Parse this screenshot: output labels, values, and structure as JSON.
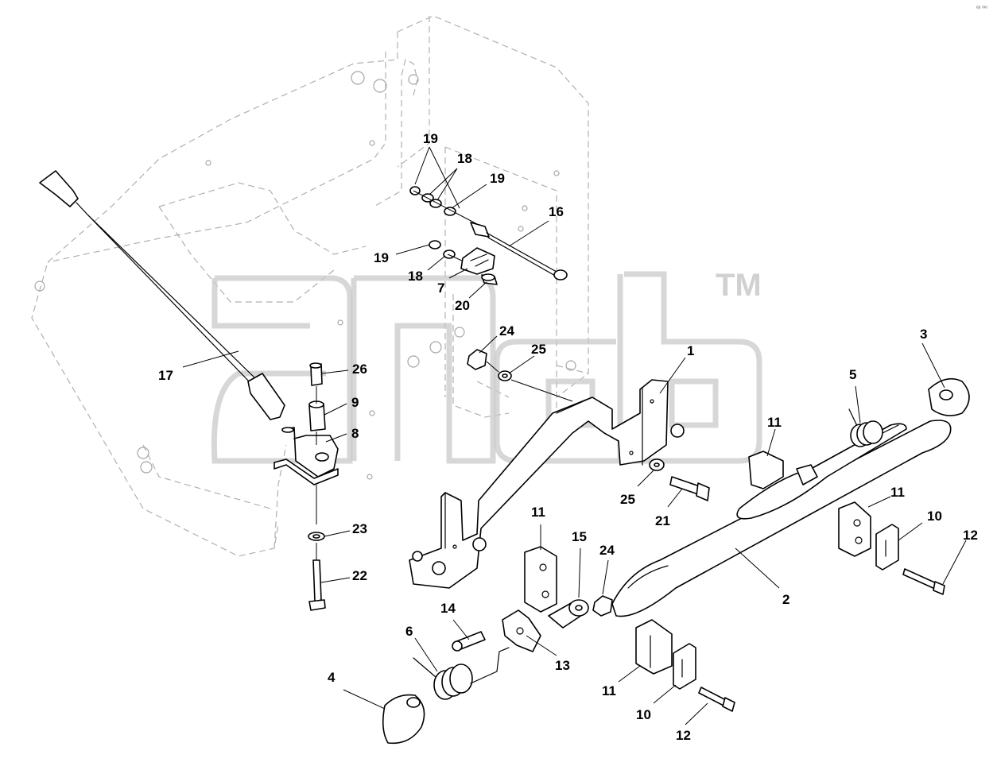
{
  "watermark": {
    "tm": "TM"
  },
  "corner_mark": "ᵉᵖ ᵐᵒ",
  "callouts": [
    "1",
    "2",
    "3",
    "4",
    "5",
    "6",
    "7",
    "8",
    "9",
    "10",
    "11",
    "12",
    "13",
    "14",
    "15",
    "16",
    "17",
    "18",
    "19",
    "20",
    "21",
    "22",
    "23",
    "24",
    "25",
    "26"
  ]
}
